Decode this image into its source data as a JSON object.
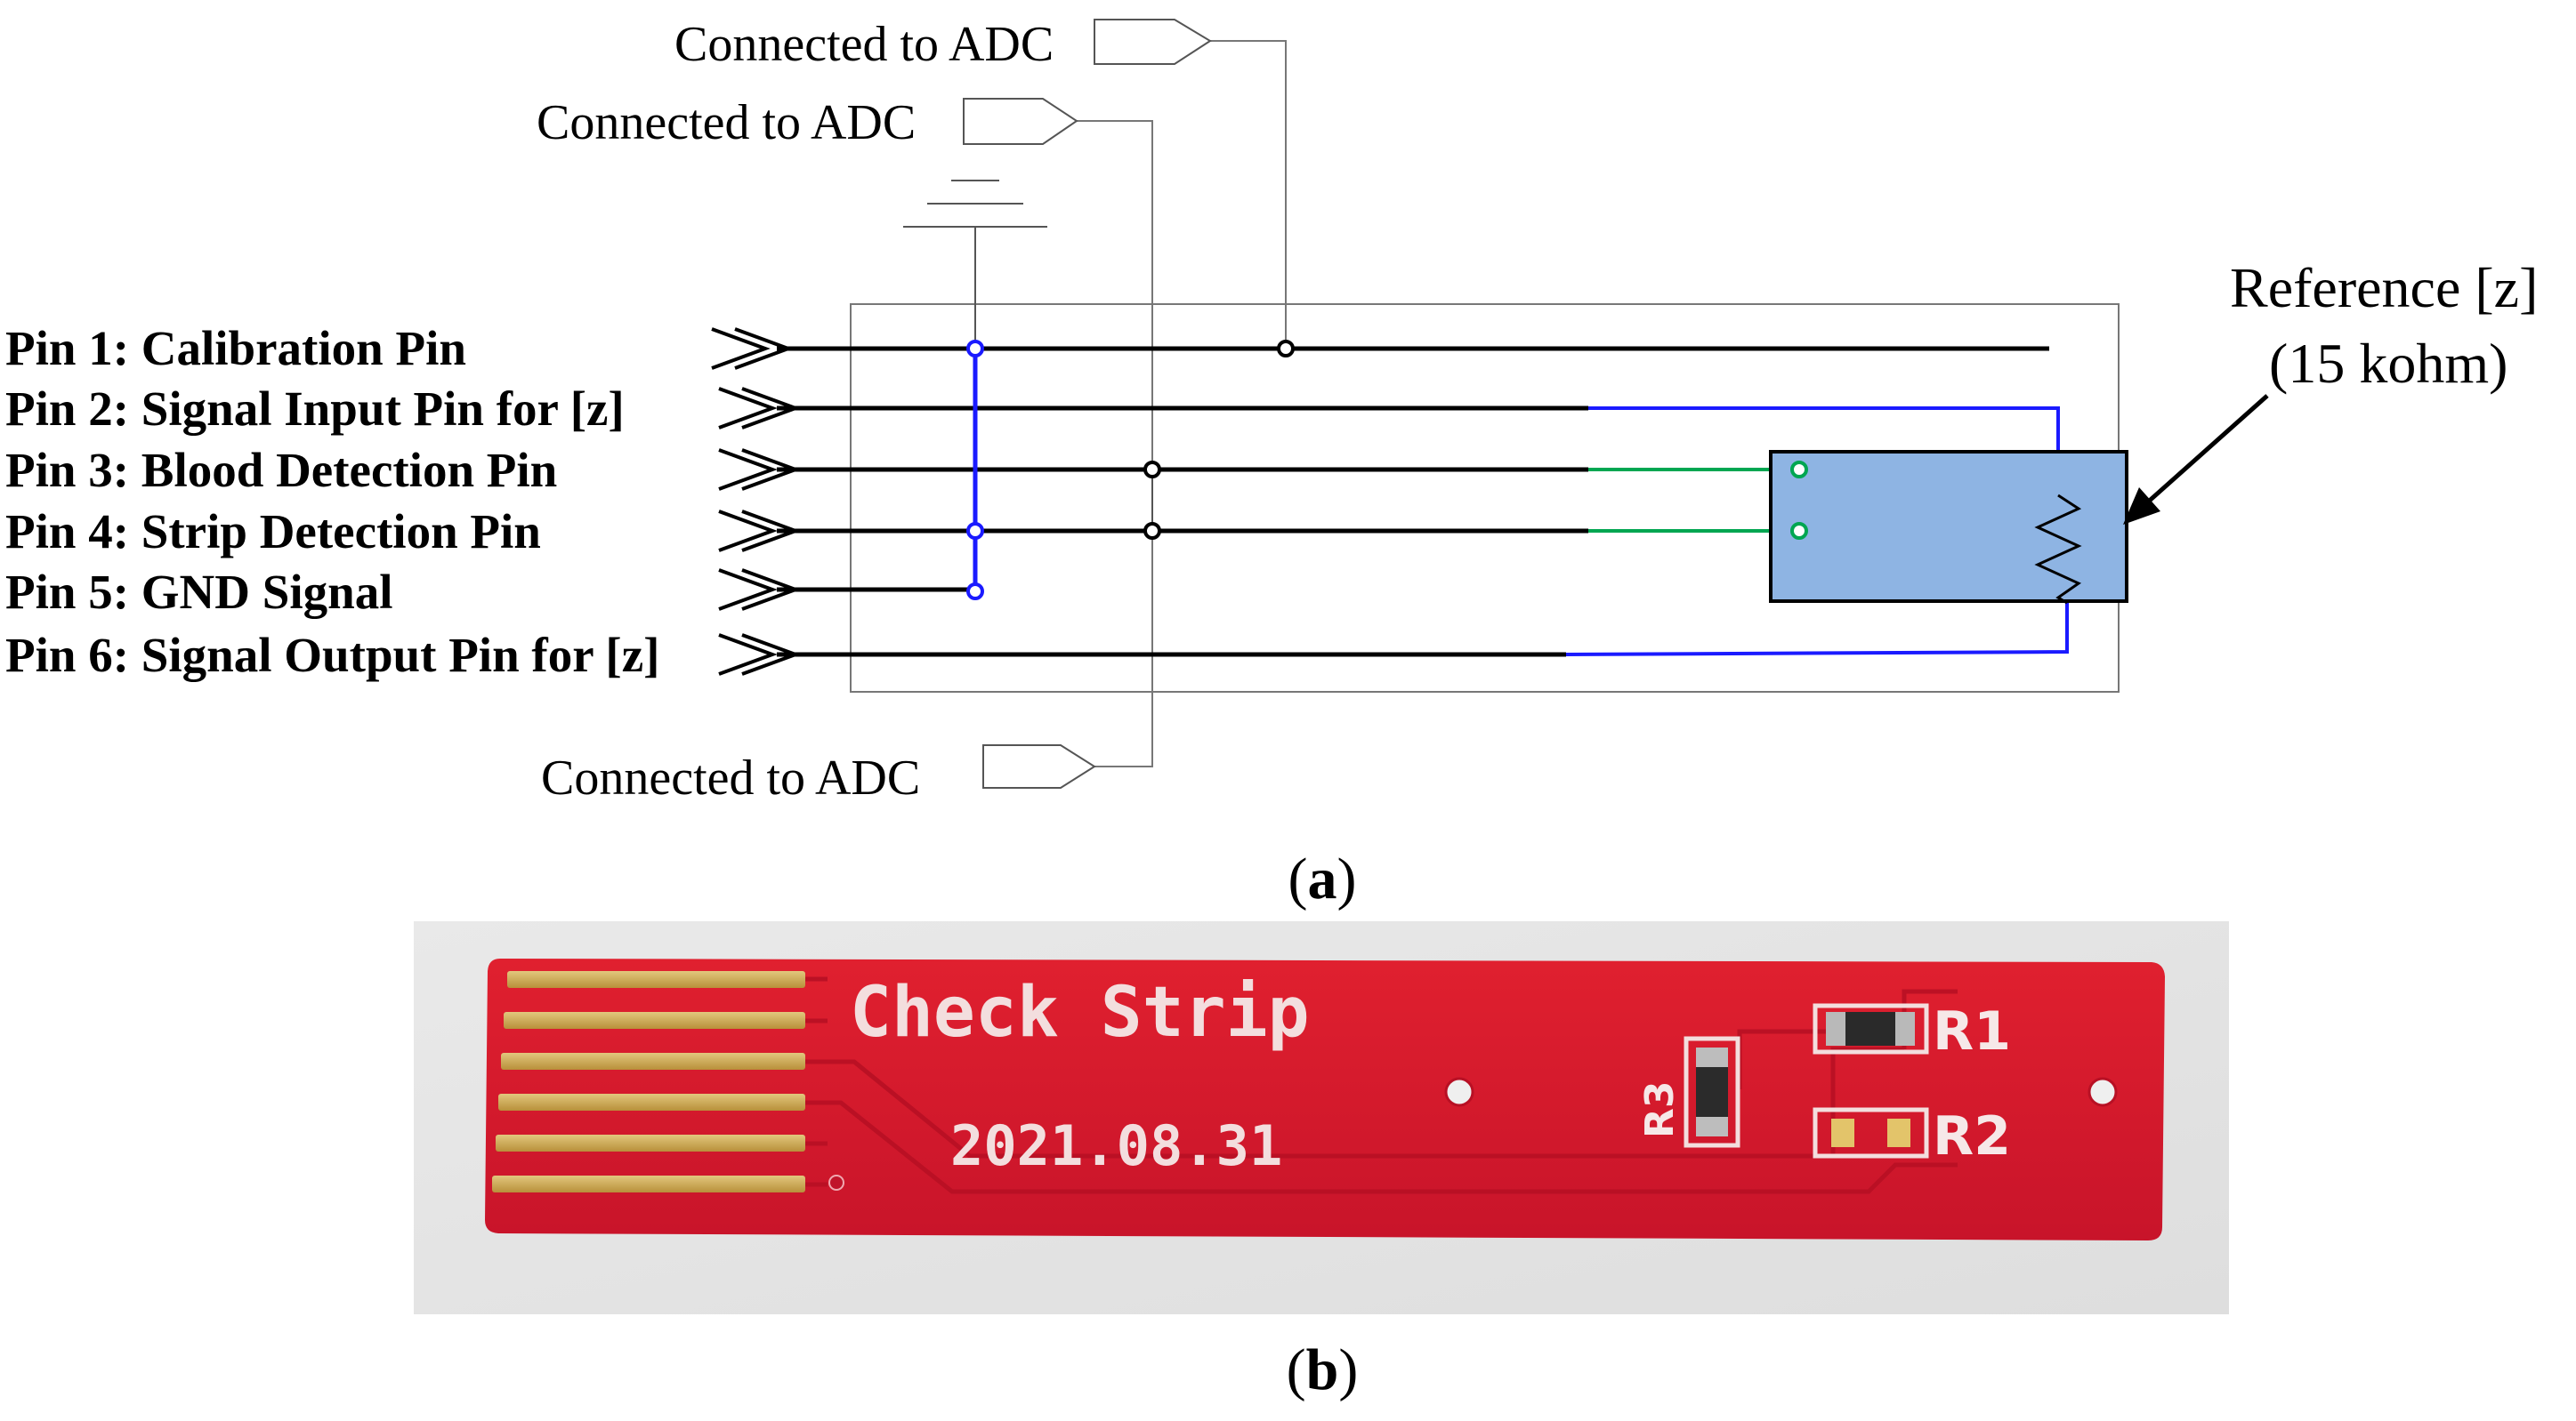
{
  "schematic": {
    "pins": [
      "Pin 1: Calibration Pin",
      "Pin 2: Signal Input Pin  for [z]",
      "Pin 3: Blood Detection Pin",
      "Pin 4: Strip Detection Pin",
      "Pin 5: GND Signal",
      "Pin 6: Signal Output Pin  for [z]"
    ],
    "adc_labels": [
      "Connected to ADC",
      "Connected to ADC",
      "Connected to ADC"
    ],
    "reference": {
      "line1": "Reference [z]",
      "line2": "(15 kohm)"
    },
    "panel_label_open": "(",
    "panel_label_letter": "a",
    "panel_label_close": ")"
  },
  "photo": {
    "title": "Check Strip",
    "date": "2021.08.31",
    "r1": "R1",
    "r2": "R2",
    "r3": "R3",
    "panel_label_open": "(",
    "panel_label_letter": "b",
    "panel_label_close": ")"
  },
  "colors": {
    "wire": "#000000",
    "ground_bus": "#0000ff",
    "resistor_net": "#0000ff",
    "detect_net": "#00a651",
    "reference_box_fill": "#8eb4e3",
    "pcb": "#d9182e",
    "gold_pad": "#c9a64a",
    "photo_bg": "#e6e6e6"
  }
}
